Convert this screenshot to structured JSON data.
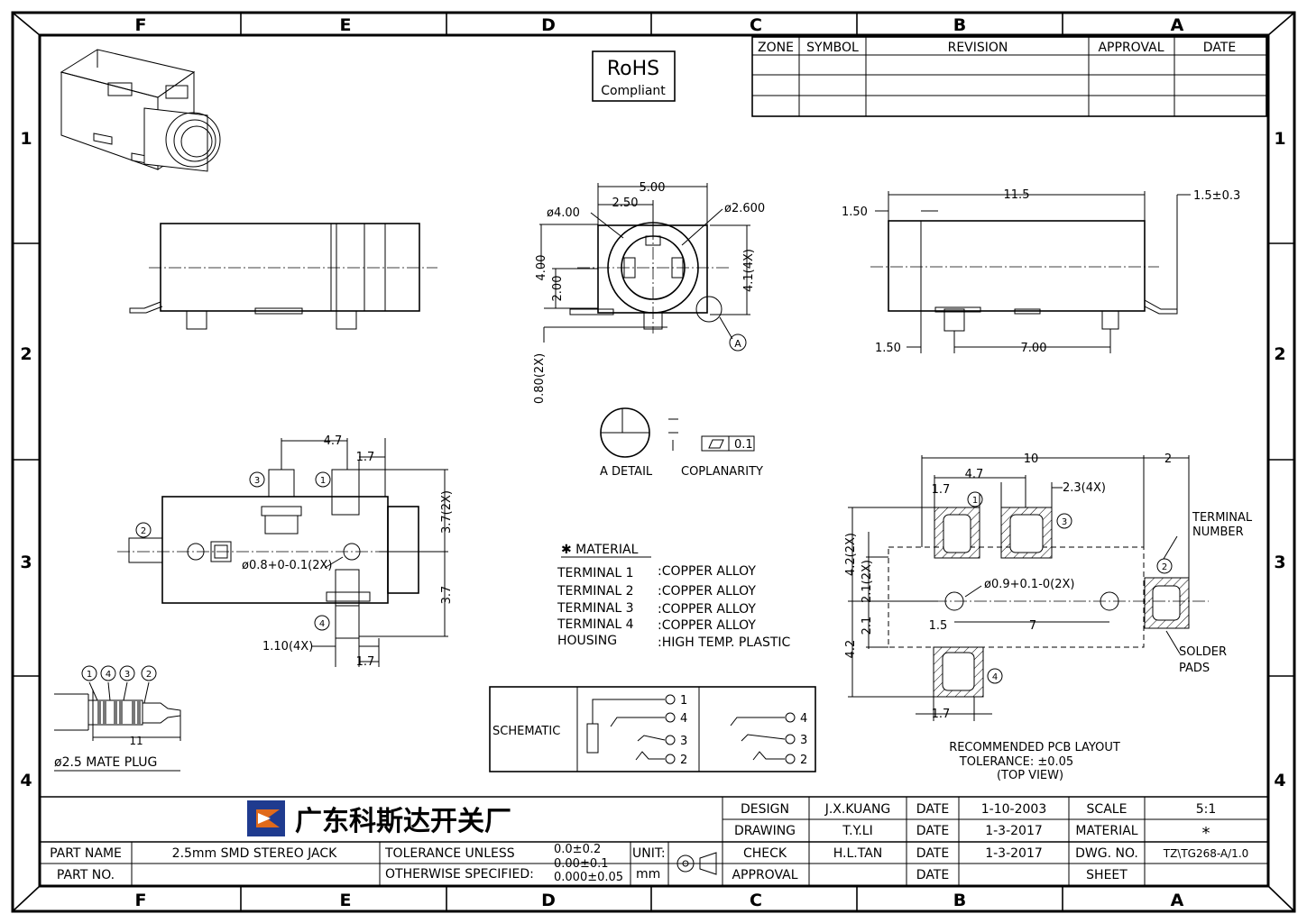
{
  "frame": {
    "columns": [
      "F",
      "E",
      "D",
      "C",
      "B",
      "A"
    ],
    "rows": [
      "1",
      "2",
      "3",
      "4"
    ]
  },
  "revision_table": {
    "headers": [
      "ZONE",
      "SYMBOL",
      "REVISION",
      "APPROVAL",
      "DATE"
    ]
  },
  "rohs": {
    "line1": "RoHS",
    "line2": "Compliant"
  },
  "front_view": {
    "width": "5.00",
    "half": "2.50",
    "dia_outer": "ø4.00",
    "dia_inner": "ø2.600",
    "height_400": "4.00",
    "height_200": "2.00",
    "height_41": "4.1(4X)",
    "lead": "0.80(2X)",
    "detail_ref": "A"
  },
  "side_view": {
    "length": "11.5",
    "offset_top": "1.50",
    "lead_len": "1.5±0.3",
    "offset_bottom": "1.50",
    "pitch": "7.00"
  },
  "detail": {
    "label": "A  DETAIL",
    "coplanarity_label": "COPLANARITY",
    "coplanarity_value": "0.1"
  },
  "top_view": {
    "d47": "4.7",
    "d17_top": "1.7",
    "d37_2x": "3.7(2X)",
    "d37": "3.7",
    "hole": "ø0.8+0-0.1(2X)",
    "d110": "1.10(4X)",
    "d17_bottom": "1.7",
    "terminals": [
      "1",
      "2",
      "3",
      "4"
    ]
  },
  "plug": {
    "order": [
      "1",
      "4",
      "3",
      "2"
    ],
    "length": "11",
    "label": "ø2.5 MATE PLUG"
  },
  "material": {
    "title": "✱ MATERIAL",
    "rows": [
      {
        "part": "TERMINAL 1",
        "material": ":COPPER ALLOY"
      },
      {
        "part": "TERMINAL 2",
        "material": ":COPPER ALLOY"
      },
      {
        "part": "TERMINAL 3",
        "material": ":COPPER ALLOY"
      },
      {
        "part": "TERMINAL 4",
        "material": ":COPPER ALLOY"
      },
      {
        "part": "HOUSING",
        "material": ":HIGH TEMP. PLASTIC"
      }
    ]
  },
  "schematic": {
    "label": "SCHEMATIC",
    "pins_left": [
      "1",
      "4",
      "3",
      "2"
    ],
    "pins_right": [
      "4",
      "3",
      "2"
    ]
  },
  "pcb": {
    "d10": "10",
    "d2": "2",
    "d47": "4.7",
    "d17_top": "1.7",
    "d23": "2.3(4X)",
    "terminal_number": "TERMINAL NUMBER",
    "d42_2x": "4.2(2X)",
    "d21_2x": "2.1(2X)",
    "hole": "ø0.9+0.1-0(2X)",
    "d21": "2.1",
    "d15": "1.5",
    "d7": "7",
    "d42": "4.2",
    "solder_pads": "SOLDER PADS",
    "d17_bottom": "1.7",
    "title1": "RECOMMENDED PCB LAYOUT",
    "title2": "TOLERANCE: ±0.05",
    "title3": "(TOP VIEW)",
    "pads": [
      "1",
      "2",
      "3",
      "4"
    ]
  },
  "title_block": {
    "company": "广东科斯达开关厂",
    "part_name_label": "PART NAME",
    "part_name": "2.5mm SMD STEREO JACK",
    "part_no_label": "PART NO.",
    "part_no": "",
    "tolerance_line1": "TOLERANCE UNLESS",
    "tolerance_line2": "OTHERWISE SPECIFIED:",
    "tol1": "0.0±0.2",
    "tol2": "0.00±0.1",
    "tol3": "0.000±0.05",
    "unit_label": "UNIT:",
    "unit": "mm",
    "rows": [
      {
        "label": "DESIGN",
        "name": "J.X.KUANG",
        "date_label": "DATE",
        "date": "1-10-2003",
        "key": "SCALE",
        "value": "5:1"
      },
      {
        "label": "DRAWING",
        "name": "T.Y.LI",
        "date_label": "DATE",
        "date": "1-3-2017",
        "key": "MATERIAL",
        "value": "*"
      },
      {
        "label": "CHECK",
        "name": "H.L.TAN",
        "date_label": "DATE",
        "date": "1-3-2017",
        "key": "DWG. NO.",
        "value": "TZ\\TG268-A/1.0"
      },
      {
        "label": "APPROVAL",
        "name": "",
        "date_label": "DATE",
        "date": "",
        "key": "SHEET",
        "value": ""
      }
    ]
  },
  "colors": {
    "logo_blue": "#1f3b8f",
    "logo_orange": "#e06a1b"
  }
}
